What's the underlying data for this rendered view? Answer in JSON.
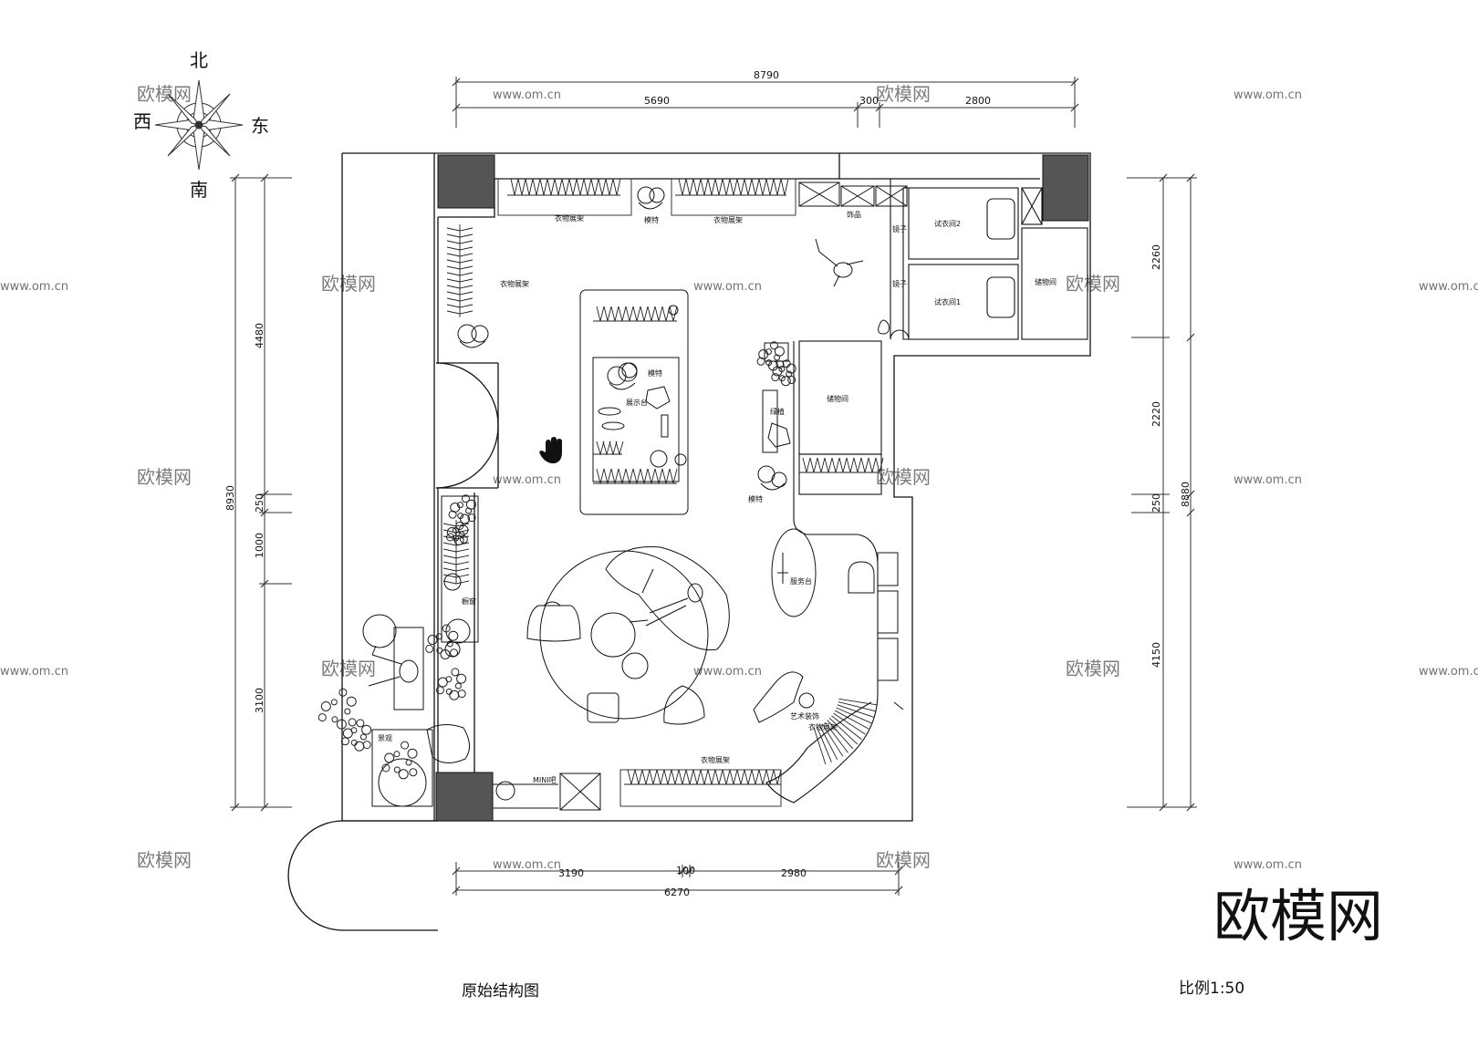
{
  "compass": {
    "north": "北",
    "south": "南",
    "east": "东",
    "west": "西"
  },
  "dimensions": {
    "top_total": "8790",
    "top_left": "5690",
    "top_mid": "300",
    "top_right": "2800",
    "bottom_left": "3190",
    "bottom_mid": "100",
    "bottom_right": "2980",
    "bottom_total": "6270",
    "left_total": "8930",
    "left_top": "4480",
    "left_gap": "250",
    "left_door": "1000",
    "left_bottom": "3100",
    "right_total": "8880",
    "right_top": "2260",
    "right_mid": "2220",
    "right_gap": "250",
    "right_bottom": "4150"
  },
  "rooms": {
    "fitting_room_2": "试衣间2",
    "fitting_room_1": "试衣间1",
    "storage_right": "储物间",
    "storage_mid": "储物间"
  },
  "furniture_labels": {
    "rack_top_left": "衣物展架",
    "mannequin_top": "模特",
    "rack_top_right": "衣物展架",
    "accessories": "饰品",
    "mirror_top": "镜子",
    "mirror_mid": "镜子",
    "rack_left_wall": "衣物展架",
    "mannequin_island": "模特",
    "display_table": "展示台",
    "mannequin_right": "模特",
    "green_plant": "绿植",
    "checkout": "服务台",
    "art_sculpture": "艺术装饰",
    "rack_curved": "衣物展架",
    "rack_bottom": "衣物展架",
    "window_display": "橱窗",
    "scenery": "景观",
    "mini_bar": "MINI吧"
  },
  "watermark": {
    "brand": "欧模网",
    "url": "www.om.cn"
  },
  "captions": {
    "title": "原始结构图",
    "scale": "比例1:50"
  }
}
